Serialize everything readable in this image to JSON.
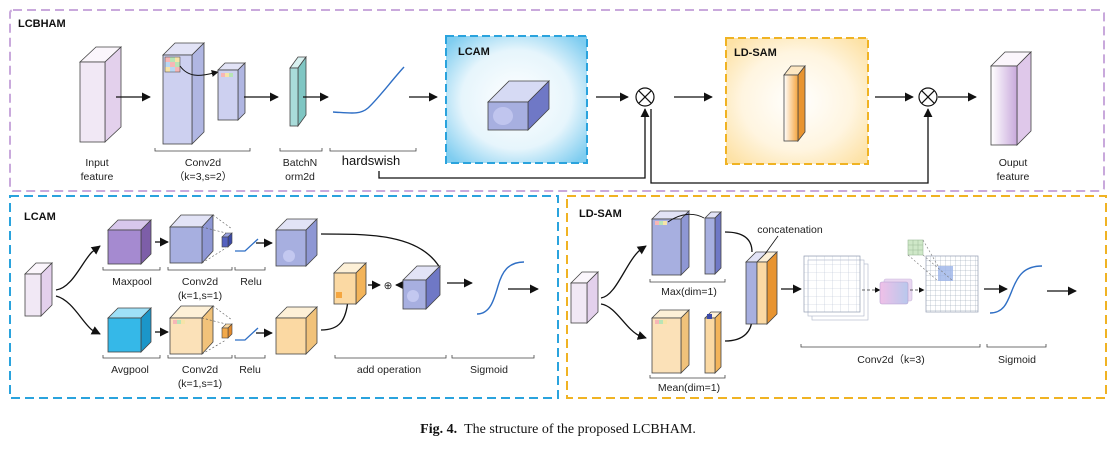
{
  "colors": {
    "outer_border": "#c9a9dc",
    "lcam_border": "#2aa3dd",
    "ldsam_border": "#f0b323",
    "feature_face": "#f1e8f5",
    "purple_block": "#a58ad0",
    "blue_block": "#a7afe0",
    "cyan_block": "#35b8e8",
    "orange_block": "#fbd9a3"
  },
  "top": {
    "title": "LCBHAM",
    "input_label_1": "Input",
    "input_label_2": "feature",
    "conv_label_1": "Conv2d",
    "conv_label_2": "（k=3,s=2）",
    "bn_label_1": "BatchN",
    "bn_label_2": "orm2d",
    "hardswish_label": "hardswish",
    "lcam_box_title": "LCAM",
    "ldsam_box_title": "LD-SAM",
    "output_label_1": "Ouput",
    "output_label_2": "feature",
    "multiply_symbol": "⊗"
  },
  "lcam": {
    "title": "LCAM",
    "maxpool_label": "Maxpool",
    "avgpool_label": "Avgpool",
    "conv_top_1": "Conv2d",
    "conv_top_2": "(k=1,s=1)",
    "conv_bottom_1": "Conv2d",
    "conv_bottom_2": "(k=1,s=1)",
    "relu_top": "Relu",
    "relu_bottom": "Relu",
    "add_label": "add operation",
    "sigmoid_label": "Sigmoid",
    "plus_symbol": "⊕"
  },
  "ldsam": {
    "title": "LD-SAM",
    "max_label": "Max(dim=1)",
    "mean_label": "Mean(dim=1)",
    "concat_label": "concatenation",
    "conv_label": "Conv2d（k=3)",
    "sigmoid_label": "Sigmoid"
  },
  "caption": {
    "prefix": "Fig. 4.",
    "text": "The structure of the proposed LCBHAM."
  }
}
